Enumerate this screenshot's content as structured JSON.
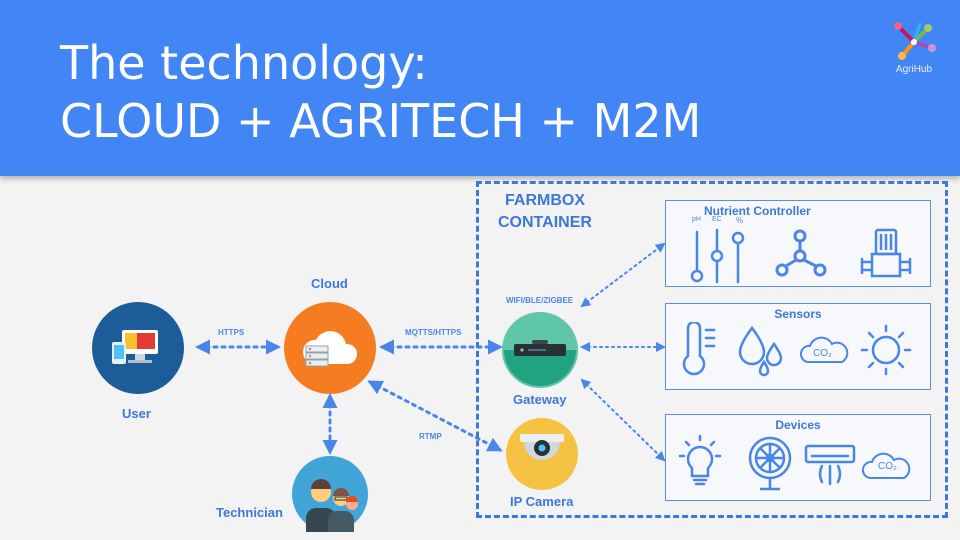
{
  "header": {
    "title_line1": "The technology:",
    "title_line2": "CLOUD + AGRITECH + M2M",
    "logo_text": "AgriHub",
    "background": "#4285f4"
  },
  "diagram": {
    "nodes": {
      "user": "User",
      "cloud": "Cloud",
      "technician": "Technician",
      "gateway": "Gateway",
      "ip_camera": "IP Camera"
    },
    "edges": {
      "user_cloud": "HTTPS",
      "cloud_gateway": "MQTTS/HTTPS",
      "cloud_camera": "RTMP",
      "gateway_container": "WIFI/BLE/ZIGBEE"
    },
    "container": {
      "line1": "FARMBOX",
      "line2": "CONTAINER"
    },
    "panels": {
      "nutrient": {
        "title": "Nutrient Controller",
        "labels": [
          "pH",
          "EC",
          "%"
        ]
      },
      "sensors": {
        "title": "Sensors",
        "co2": "CO₂"
      },
      "devices": {
        "title": "Devices",
        "co2": "CO₂"
      }
    },
    "colors": {
      "accent": "#4a86e8",
      "user_circle": "#1c5d99",
      "cloud_circle": "#f57c20",
      "gateway_circle": "#5fc6a8",
      "camera_circle": "#f6c243",
      "technician_circle": "#42a5d8"
    },
    "icons": [
      "monitor-icon",
      "cloud-server-icon",
      "router-icon",
      "camera-icon",
      "people-icon",
      "slider-icon",
      "molecule-icon",
      "pump-icon",
      "thermometer-icon",
      "water-drops-icon",
      "co2-cloud-icon",
      "sun-icon",
      "light-bulb-icon",
      "fan-icon",
      "air-conditioner-icon"
    ]
  }
}
